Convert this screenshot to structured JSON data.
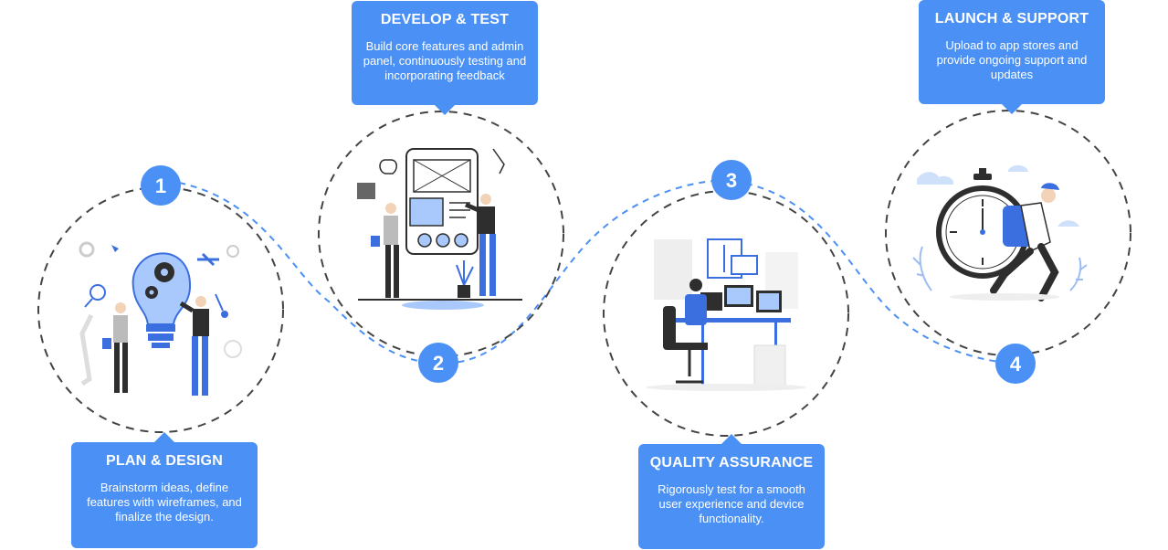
{
  "steps": [
    {
      "number": "1",
      "title": "PLAN & DESIGN",
      "text": "Brainstorm ideas, define features with wireframes, and finalize the design."
    },
    {
      "number": "2",
      "title": "DEVELOP & TEST",
      "text": "Build core features and admin panel, continuously testing and incorporating feedback"
    },
    {
      "number": "3",
      "title": "QUALITY ASSURANCE",
      "text": "Rigorously test for a smooth user experience and device functionality."
    },
    {
      "number": "4",
      "title": "LAUNCH & SUPPORT",
      "text": "Upload to app stores and provide ongoing support and updates"
    }
  ],
  "colors": {
    "accent": "#4a90f5",
    "connector": "#4a90f5",
    "ring": "#444444",
    "figure_blue": "#3b6fe0",
    "figure_dark": "#2e2e2e"
  },
  "icons": [
    "lightbulb-gears-icon",
    "wireframe-board-icon",
    "computer-desk-icon",
    "stopwatch-runner-icon"
  ]
}
